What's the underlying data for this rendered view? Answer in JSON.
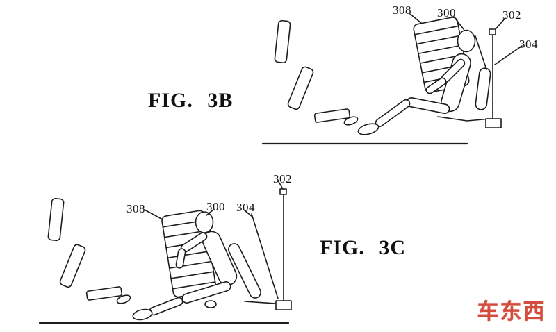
{
  "figures": {
    "fig3b": {
      "caption": "FIG. 3B",
      "labels": {
        "n308": "308",
        "n300": "300",
        "n302": "302",
        "n304": "304"
      }
    },
    "fig3c": {
      "caption": "FIG. 3C",
      "labels": {
        "n302": "302",
        "n308": "308",
        "n300": "300",
        "n304": "304"
      }
    }
  },
  "watermark": {
    "text": "车东西",
    "color": "#cf3a2a"
  }
}
